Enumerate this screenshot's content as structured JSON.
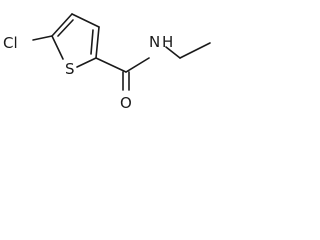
{
  "molecule": {
    "atoms": {
      "chlorine": "Cl",
      "sulfur": "S",
      "oxygen": "O",
      "amide_n": "N",
      "amide_h": "H"
    }
  }
}
